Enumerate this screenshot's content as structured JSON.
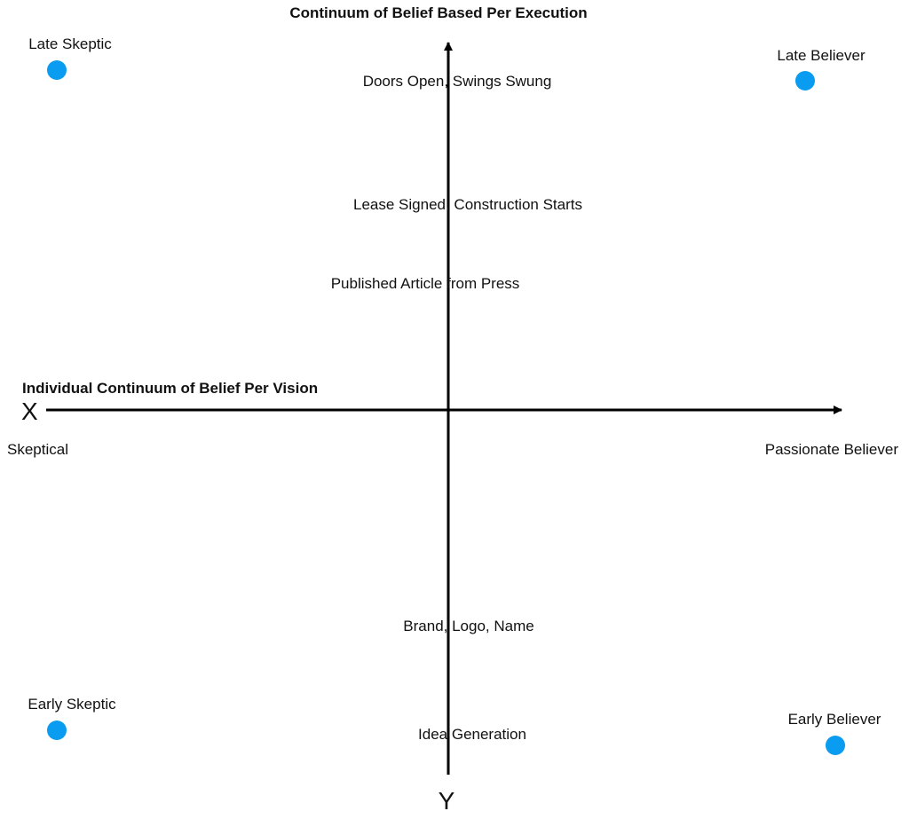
{
  "diagram": {
    "y_axis": {
      "title": "Continuum of Belief Based Per Execution",
      "letter": "Y",
      "milestones": [
        "Doors Open, Swings Swung",
        "Lease Signed, Construction Starts",
        "Published Article from Press",
        "Brand, Logo, Name",
        "Idea Generation"
      ]
    },
    "x_axis": {
      "title": "Individual Continuum of Belief Per Vision",
      "letter": "X",
      "left_label": "Skeptical",
      "right_label": "Passionate Believer"
    },
    "quadrant_points": [
      {
        "label": "Late Skeptic"
      },
      {
        "label": "Late Believer"
      },
      {
        "label": "Early Skeptic"
      },
      {
        "label": "Early Believer"
      }
    ],
    "colors": {
      "point": "#0a9cf0",
      "axis": "#000000"
    }
  }
}
